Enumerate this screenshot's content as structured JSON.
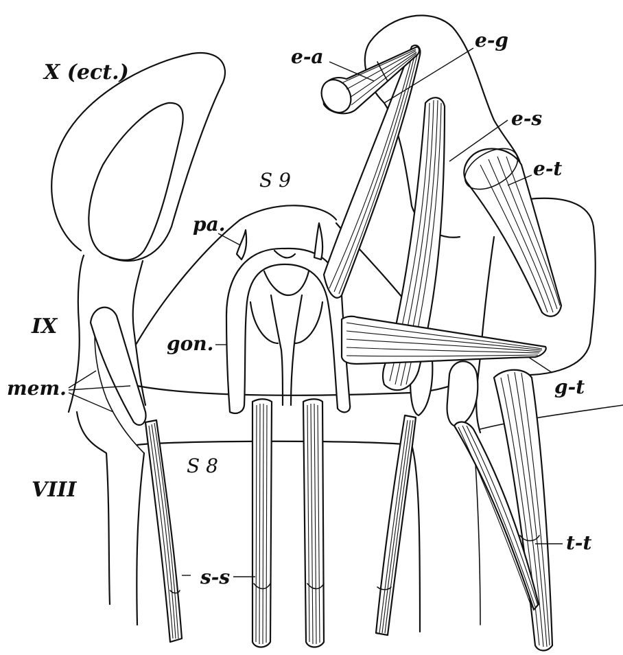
{
  "figure": {
    "labels": {
      "tergite_x": "X (ect.)",
      "segment_ix": "IX",
      "segment_viii": "VIII",
      "sternite_9": "S 9",
      "sternite_8": "S 8",
      "paramere": "pa.",
      "gonocoxite": "gon.",
      "membrane": "mem.",
      "muscle_ea": "e-a",
      "muscle_eg": "e-g",
      "muscle_es": "e-s",
      "muscle_et": "e-t",
      "muscle_gt": "g-t",
      "muscle_tt": "t-t",
      "muscle_ss": "s-s"
    }
  }
}
